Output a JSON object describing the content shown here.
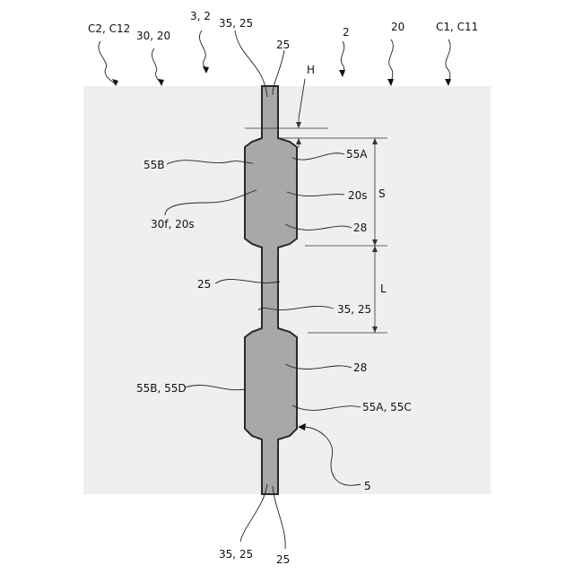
{
  "top_labels": {
    "c2_c12": "C2, C12",
    "n30_20": "30, 20",
    "n3_2": "3, 2",
    "n35_25": "35, 25",
    "n25": "25",
    "n2": "2",
    "n20": "20",
    "c1_c11": "C1, C11"
  },
  "dimension_labels": {
    "h": "H",
    "s": "S",
    "l": "L"
  },
  "part_labels": {
    "p55b": "55B",
    "p55a": "55A",
    "p20s": "20s",
    "p30f_20s": "30f, 20s",
    "p28_upper": "28",
    "p25_mid": "25",
    "p35_25_mid": "35, 25",
    "p28_lower": "28",
    "p55b_55d": "55B, 55D",
    "p55a_55c": "55A, 55C",
    "p5": "5"
  },
  "bottom_labels": {
    "n35_25": "35, 25",
    "n25": "25"
  },
  "colors": {
    "background_region": "#efefef",
    "strip_fill": "#a8a8a8",
    "strip_outline": "#2a2a2a"
  }
}
